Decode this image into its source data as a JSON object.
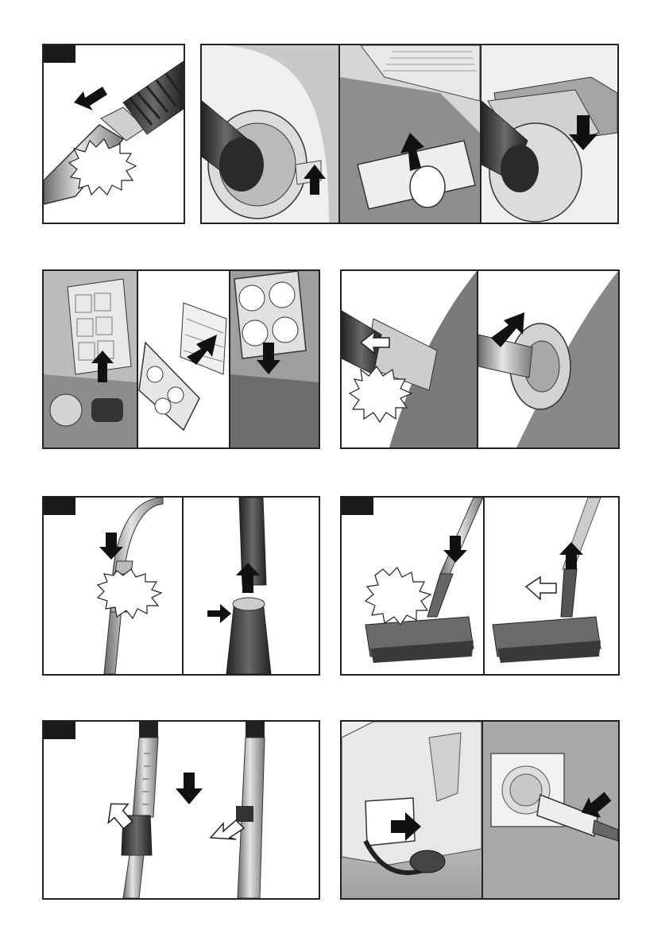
{
  "page": {
    "background": "#ffffff"
  },
  "colors": {
    "frame": "#222222",
    "tab": "#1a1a1a",
    "shade_light": "#d8d8d8",
    "shade_mid": "#9a9a9a",
    "shade_dark": "#3a3a3a",
    "gray_bg": "#a8a8a8"
  },
  "panels": [
    {
      "id": "row1-hose-handle",
      "subpanels": 1,
      "icons": [
        "arrow-icon",
        "starburst-icon"
      ]
    },
    {
      "id": "row1-hose-connect-cover",
      "subpanels": 3,
      "icons": [
        "arrow-up-icon",
        "arrow-up-icon",
        "arrow-down-icon"
      ]
    },
    {
      "id": "row2-filter-replace",
      "subpanels": 3,
      "icons": [
        "arrow-up-icon",
        "arrow-icon",
        "arrow-down-icon"
      ]
    },
    {
      "id": "row2-hose-release",
      "subpanels": 2,
      "icons": [
        "arrow-icon",
        "starburst-icon",
        "arrow-icon"
      ]
    },
    {
      "id": "row3-tube-attach",
      "subpanels": 2,
      "icons": [
        "arrow-down-icon",
        "starburst-icon",
        "arrow-up-icon",
        "arrow-right-icon"
      ]
    },
    {
      "id": "row3-nozzle-attach",
      "subpanels": 2,
      "icons": [
        "arrow-down-icon",
        "starburst-icon",
        "outline-arrow-icon",
        "arrow-up-icon"
      ]
    },
    {
      "id": "row4-telescopic-tube",
      "subpanels": 2,
      "icons": [
        "outline-arrow-icon",
        "arrow-down-icon",
        "outline-arrow-icon"
      ]
    },
    {
      "id": "row4-power-plug",
      "subpanels": 2,
      "icons": [
        "arrow-right-icon",
        "arrow-icon"
      ]
    }
  ]
}
